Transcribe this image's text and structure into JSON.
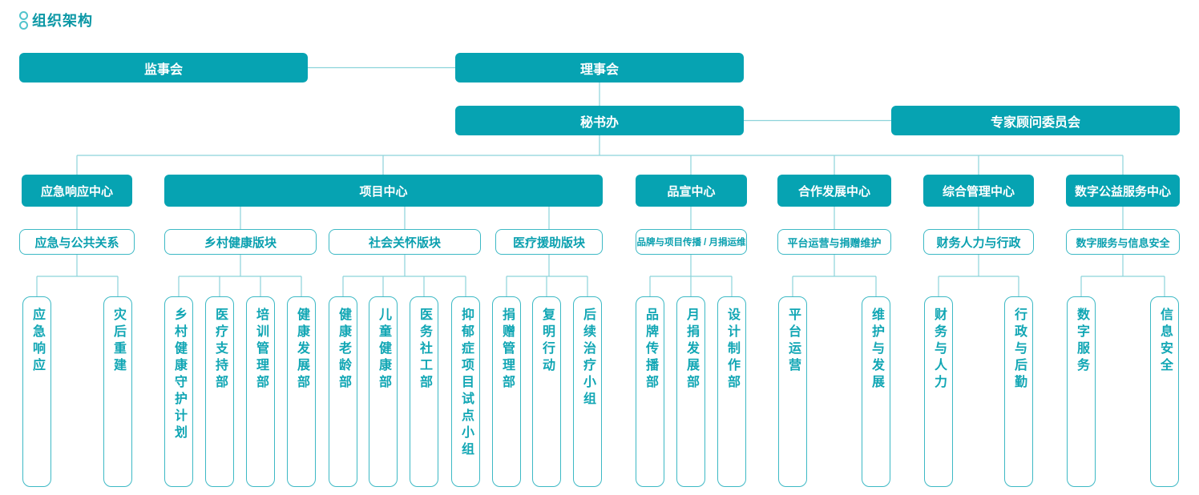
{
  "page": {
    "title": "组织架构",
    "title_icon": "double-ring-icon"
  },
  "colors": {
    "primary": "#06a3b2",
    "line": "#8cd3da",
    "teal_text": "#0aa0af",
    "background": "#ffffff"
  },
  "top_nodes": {
    "supervisory_board": "监事会",
    "board_of_directors": "理事会",
    "secretariat": "秘书办",
    "advisory_committee": "专家顾问委员会"
  },
  "centers": [
    {
      "label": "应急响应中心",
      "division": "应急与公共关系",
      "departments": [
        "应急响应",
        "灾后重建"
      ]
    },
    {
      "label": "项目中心",
      "divisions": [
        {
          "label": "乡村健康版块",
          "departments": [
            "乡村健康守护计划",
            "医疗支持部",
            "培训管理部",
            "健康发展部"
          ]
        },
        {
          "label": "社会关怀版块",
          "departments": [
            "健康老龄部",
            "儿童健康部",
            "医务社工部",
            "抑郁症项目试点小组"
          ]
        },
        {
          "label": "医疗援助版块",
          "departments": [
            "捐赠管理部",
            "复明行动",
            "后续治疗小组"
          ]
        }
      ]
    },
    {
      "label": "品宣中心",
      "division": "品牌与项目传播 / 月捐运维",
      "departments": [
        "品牌传播部",
        "月捐发展部",
        "设计制作部"
      ]
    },
    {
      "label": "合作发展中心",
      "division": "平台运营与捐赠维护",
      "departments": [
        "平台运营",
        "维护与发展"
      ]
    },
    {
      "label": "综合管理中心",
      "division": "财务人力与行政",
      "departments": [
        "财务与人力",
        "行政与后勤"
      ]
    },
    {
      "label": "数字公益服务中心",
      "division": "数字服务与信息安全",
      "departments": [
        "数字服务",
        "信息安全"
      ]
    }
  ]
}
